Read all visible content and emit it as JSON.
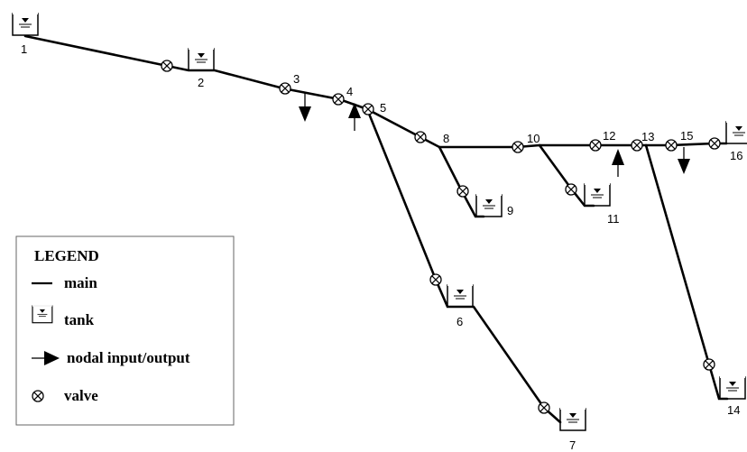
{
  "nodes": [
    {
      "id": "1",
      "label": "1"
    },
    {
      "id": "2",
      "label": "2"
    },
    {
      "id": "3",
      "label": "3"
    },
    {
      "id": "4",
      "label": "4"
    },
    {
      "id": "5",
      "label": "5"
    },
    {
      "id": "6",
      "label": "6"
    },
    {
      "id": "7",
      "label": "7"
    },
    {
      "id": "8",
      "label": "8"
    },
    {
      "id": "9",
      "label": "9"
    },
    {
      "id": "10",
      "label": "10"
    },
    {
      "id": "11",
      "label": "11"
    },
    {
      "id": "12",
      "label": "12"
    },
    {
      "id": "13",
      "label": "13"
    },
    {
      "id": "14",
      "label": "14"
    },
    {
      "id": "15",
      "label": "15"
    },
    {
      "id": "16",
      "label": "16"
    }
  ],
  "legend": {
    "title": "LEGEND",
    "items": [
      {
        "symbol": "main-line",
        "label": "main"
      },
      {
        "symbol": "tank-icon",
        "label": "tank"
      },
      {
        "symbol": "nodal-arrow-icon",
        "label": "nodal input/output"
      },
      {
        "symbol": "valve-icon",
        "label": "valve"
      }
    ]
  }
}
